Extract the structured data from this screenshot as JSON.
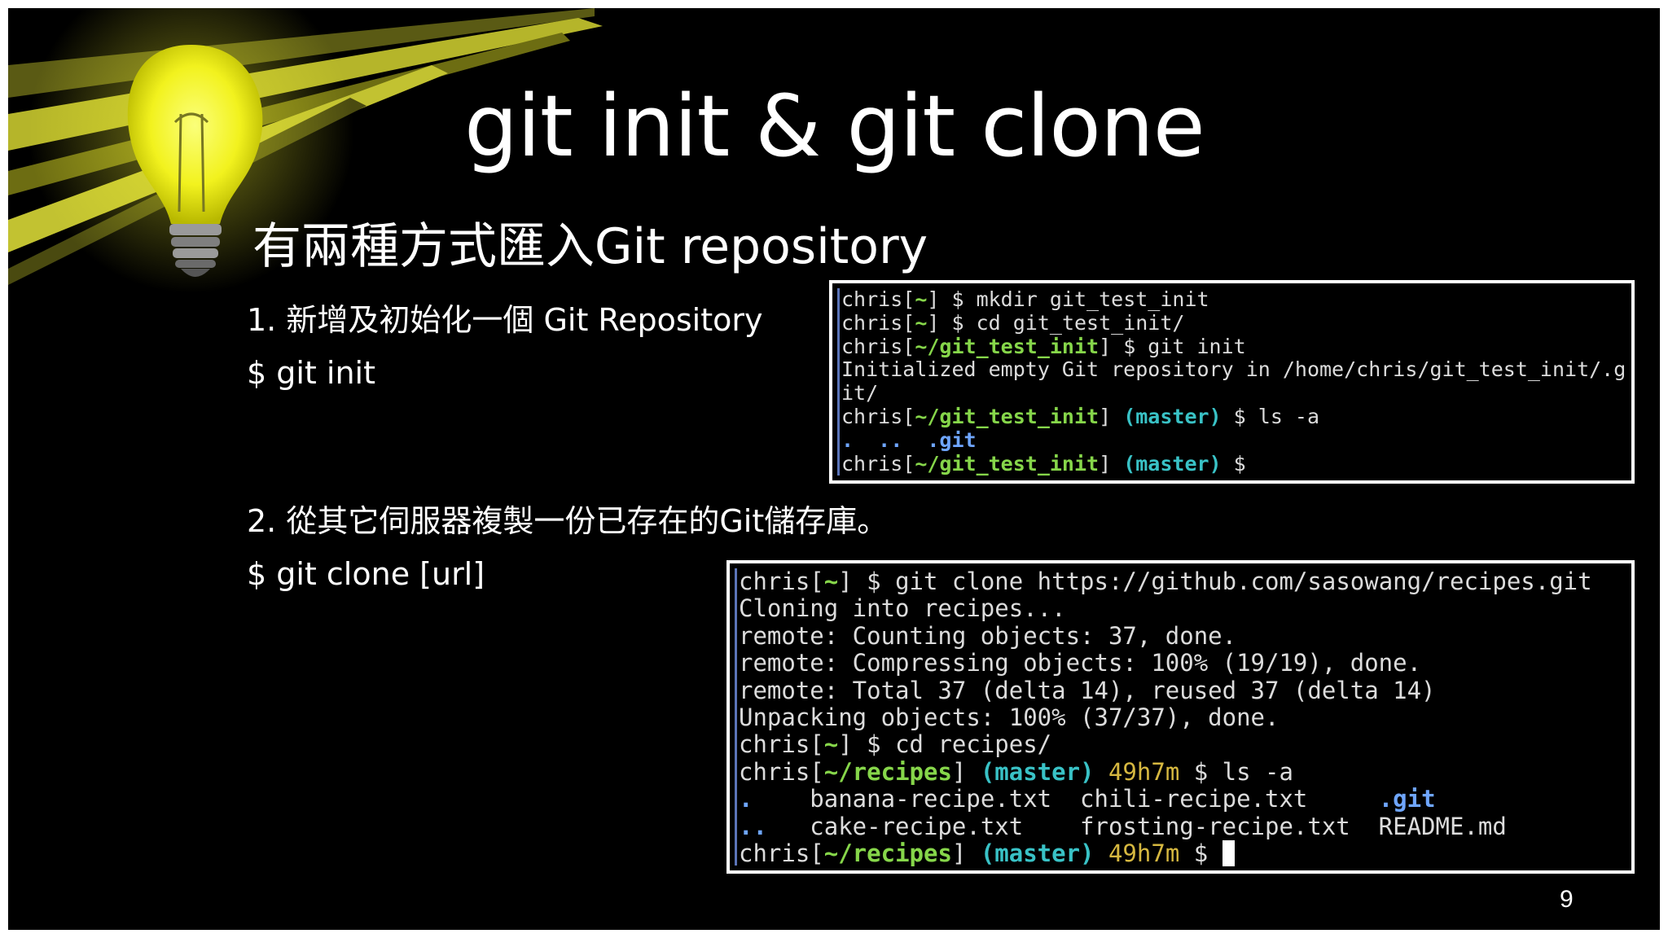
{
  "slide": {
    "title": "git init & git clone",
    "subtitle_cjk": "有兩種方式匯入",
    "subtitle_latin": "Git repository",
    "item1_number": "1. ",
    "item1_cjk": "新增及初始化一個",
    "item1_latin": " Git Repository",
    "item1_cmd": "$ git init",
    "item2_number": "2. ",
    "item2_cjk_a": "從其它伺服器複製一份已存在的",
    "item2_latin": "Git",
    "item2_cjk_b": "儲存庫。",
    "item2_cmd": "$ git clone [url]",
    "page_number": "9"
  },
  "terminal_init": {
    "l1_user": "chris[",
    "l1_path": "~",
    "l1_rest": "] $ mkdir git_test_init",
    "l2_user": "chris[",
    "l2_path": "~",
    "l2_rest": "] $ cd git_test_init/",
    "l3_user": "chris[",
    "l3_path": "~/git_test_init",
    "l3_rest": "] $ git init",
    "l4": "Initialized empty Git repository in /home/chris/git_test_init/.g",
    "l5": "it/",
    "l6_user": "chris[",
    "l6_path": "~/git_test_init",
    "l6_mid": "] ",
    "l6_branch": "(master)",
    "l6_rest": " $ ls -a",
    "l7_dots": ".  ..  ",
    "l7_git": ".git",
    "l8_user": "chris[",
    "l8_path": "~/git_test_init",
    "l8_mid": "] ",
    "l8_branch": "(master)",
    "l8_rest": " $"
  },
  "terminal_clone": {
    "l1_user": "chris[",
    "l1_path": "~",
    "l1_rest": "] $ git clone https://github.com/sasowang/recipes.git",
    "l2": "Cloning into recipes...",
    "l3": "remote: Counting objects: 37, done.",
    "l4": "remote: Compressing objects: 100% (19/19), done.",
    "l5": "remote: Total 37 (delta 14), reused 37 (delta 14)",
    "l6": "Unpacking objects: 100% (37/37), done.",
    "l7_user": "chris[",
    "l7_path": "~",
    "l7_rest": "] $ cd recipes/",
    "l8_user": "chris[",
    "l8_path": "~/recipes",
    "l8_mid": "] ",
    "l8_branch": "(master)",
    "l8_time": " 49h7m",
    "l8_rest": " $ ls -a",
    "l9_dot": ".",
    "l9_files": "    banana-recipe.txt  chili-recipe.txt     ",
    "l9_git": ".git",
    "l10_dot": "..",
    "l10_files": "   cake-recipe.txt    frosting-recipe.txt  README.md",
    "l11_user": "chris[",
    "l11_path": "~/recipes",
    "l11_mid": "] ",
    "l11_branch": "(master)",
    "l11_time": " 49h7m",
    "l11_rest": " $ "
  }
}
